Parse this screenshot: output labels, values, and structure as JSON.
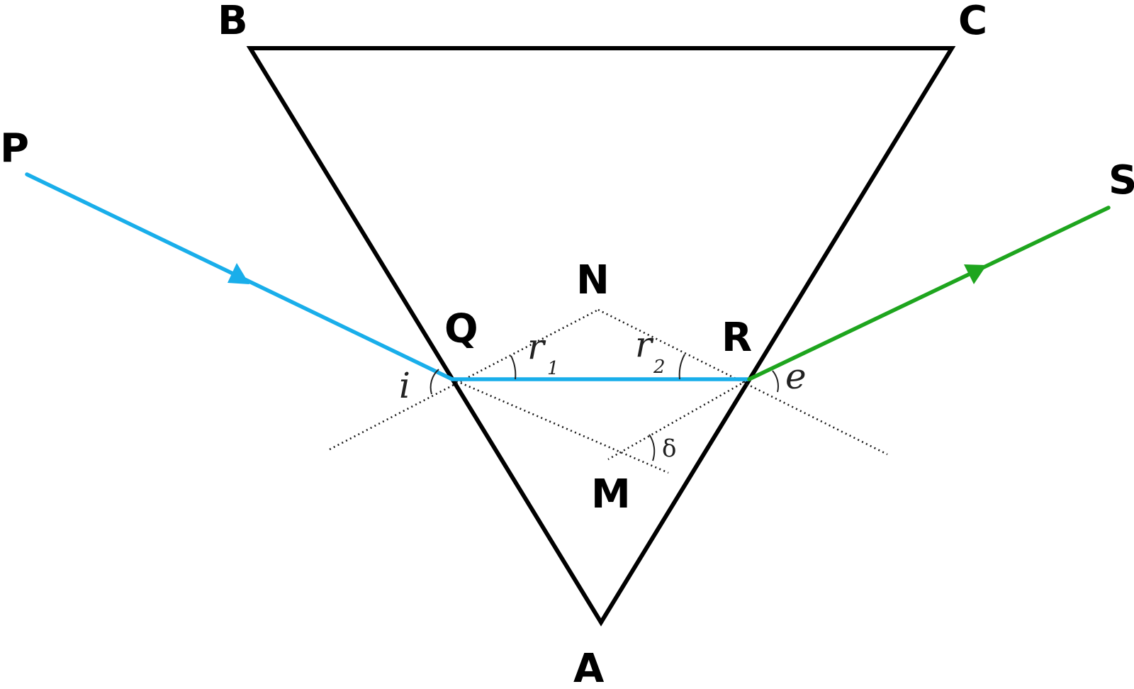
{
  "labels": {
    "vertices": {
      "A": "A",
      "B": "B",
      "C": "C",
      "P": "P",
      "Q": "Q",
      "R": "R",
      "S": "S",
      "N": "N",
      "M": "M"
    },
    "angles": {
      "incidence": "i",
      "emergence": "e",
      "refraction_1": "r",
      "refraction_1_sub": "1",
      "refraction_2": "r",
      "refraction_2_sub": "2",
      "deviation": "δ"
    }
  },
  "colors": {
    "prism": "#000000",
    "incident_ray": "#19aeea",
    "refracted_ray": "#19aeea",
    "emergent_ray": "#1ea51e",
    "construction_lines": "#1a1a1a"
  },
  "icons": {
    "incident_arrow": "arrowhead-icon",
    "emergent_arrow": "arrowhead-icon"
  }
}
